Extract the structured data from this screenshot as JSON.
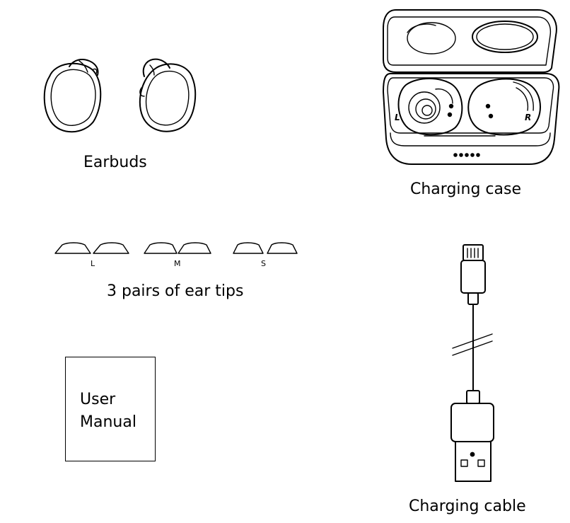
{
  "items": {
    "earbuds": {
      "label": "Earbuds",
      "icon": "earbuds-icon"
    },
    "case": {
      "label": "Charging case",
      "icon": "charging-case-icon",
      "left_mark": "L",
      "right_mark": "R"
    },
    "ear_tips": {
      "label": "3 pairs of ear tips",
      "icon": "ear-tips-icon",
      "sizes": [
        "L",
        "M",
        "S"
      ]
    },
    "manual": {
      "line1": "User",
      "line2": "Manual"
    },
    "cable": {
      "label": "Charging cable",
      "icon": "usb-cable-icon"
    }
  }
}
